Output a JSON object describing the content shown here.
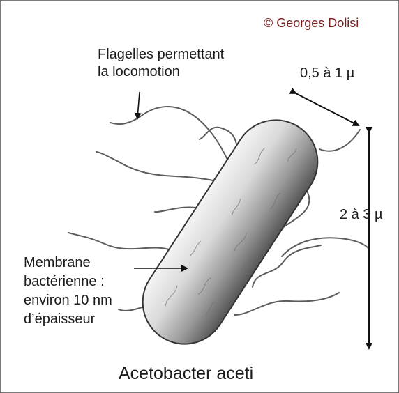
{
  "copyright": "© Georges Dolisi",
  "flagella_label": {
    "line1": "Flagelles permettant",
    "line2": "la locomotion"
  },
  "width_label": "0,5 à 1 µ",
  "length_label": "2 à 3 µ",
  "membrane_label": {
    "line1": "Membrane",
    "line2": "bactérienne :",
    "line3": "environ 10 nm",
    "line4": "d’épaisseur"
  },
  "species_name": "Acetobacter aceti",
  "colors": {
    "frame": "#7a7a7a",
    "ink": "#1c1c1c",
    "copyright": "#7a1c1c",
    "cell_light": "#f2f2f2",
    "cell_mid": "#a8a8a8",
    "cell_dark": "#4a4a4a"
  }
}
